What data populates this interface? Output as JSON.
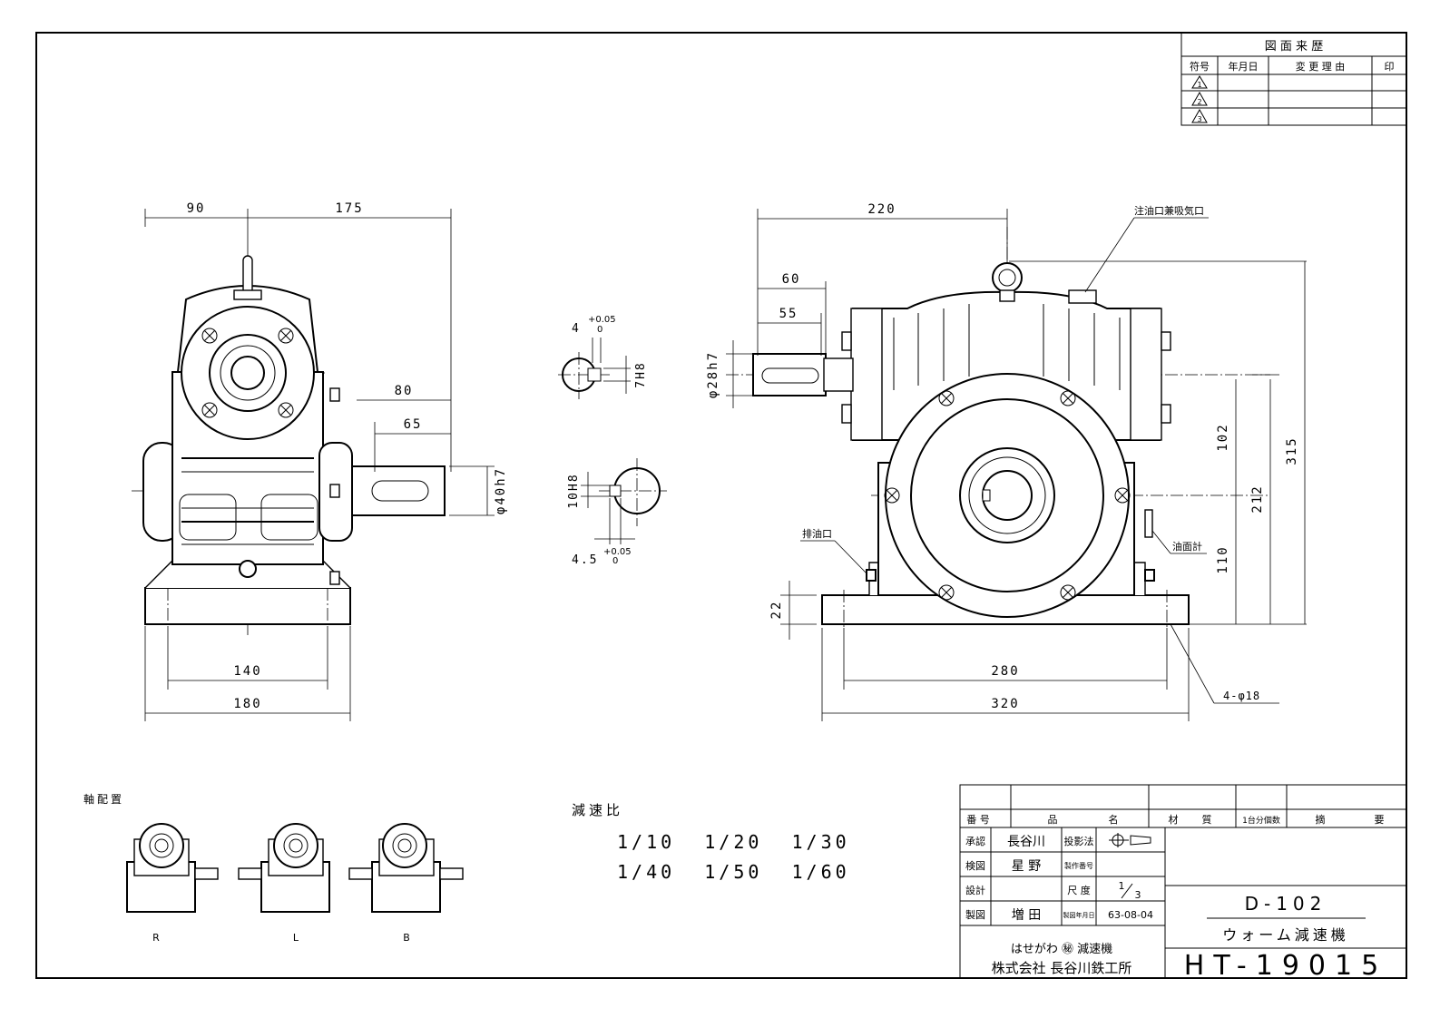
{
  "revision_table": {
    "title": "図 面 来 歴",
    "headers": [
      "符号",
      "年月日",
      "変 更 理 由",
      "印"
    ],
    "symbols": [
      "1",
      "2",
      "3"
    ]
  },
  "side_view": {
    "dims": {
      "d90": "90",
      "d175": "175",
      "d80": "80",
      "d65": "65",
      "d140": "140",
      "d180": "180",
      "shaft": "φ40h7"
    }
  },
  "keyway": {
    "upper": {
      "width": "4",
      "tol": "+0.05",
      "tol2": "0",
      "fit": "7H8"
    },
    "lower": {
      "fit": "10H8",
      "width": "4.5",
      "tol": "+0.05",
      "tol2": "0"
    }
  },
  "front_view": {
    "dims": {
      "d220": "220",
      "d60": "60",
      "d55": "55",
      "shaft": "φ28h7",
      "d102": "102",
      "d212": "212",
      "d315": "315",
      "d110": "110",
      "d22": "22",
      "d280": "280",
      "d320": "320"
    },
    "labels": {
      "oil_inlet": "注油口兼吸気口",
      "drain": "排油口",
      "oil_gauge": "油面計",
      "holes": "4-φ18"
    }
  },
  "shaft_arrangement": {
    "title": "軸配置",
    "labels": [
      "R",
      "L",
      "B"
    ]
  },
  "reduction_ratio": {
    "title": "減速比",
    "row1": "1/10  1/20  1/30",
    "row2": "1/40  1/50  1/60"
  },
  "title_block": {
    "headers": {
      "number": "番 号",
      "item": "品",
      "name": "名",
      "material": "材",
      "quality": "質",
      "qty": "1台分個数",
      "abstract": "摘",
      "note": "要"
    },
    "approval_label": "承認",
    "approval_name": "長谷川",
    "projection_label": "投影法",
    "check_label": "検図",
    "check_name": "星 野",
    "work_no_label": "製作番号",
    "design_label": "設計",
    "scale_label": "尺 度",
    "scale_num": "1",
    "scale_den": "3",
    "draw_label": "製図",
    "draw_name": "増 田",
    "date_label": "製図年月日",
    "date_value": "63-08-04",
    "model": "D-102",
    "product": "ウォーム減速機",
    "brand": "はせがわ ㊙ 減速機",
    "company": "株式会社 長谷川鉄工所",
    "drawing_no": "HT-19015"
  }
}
